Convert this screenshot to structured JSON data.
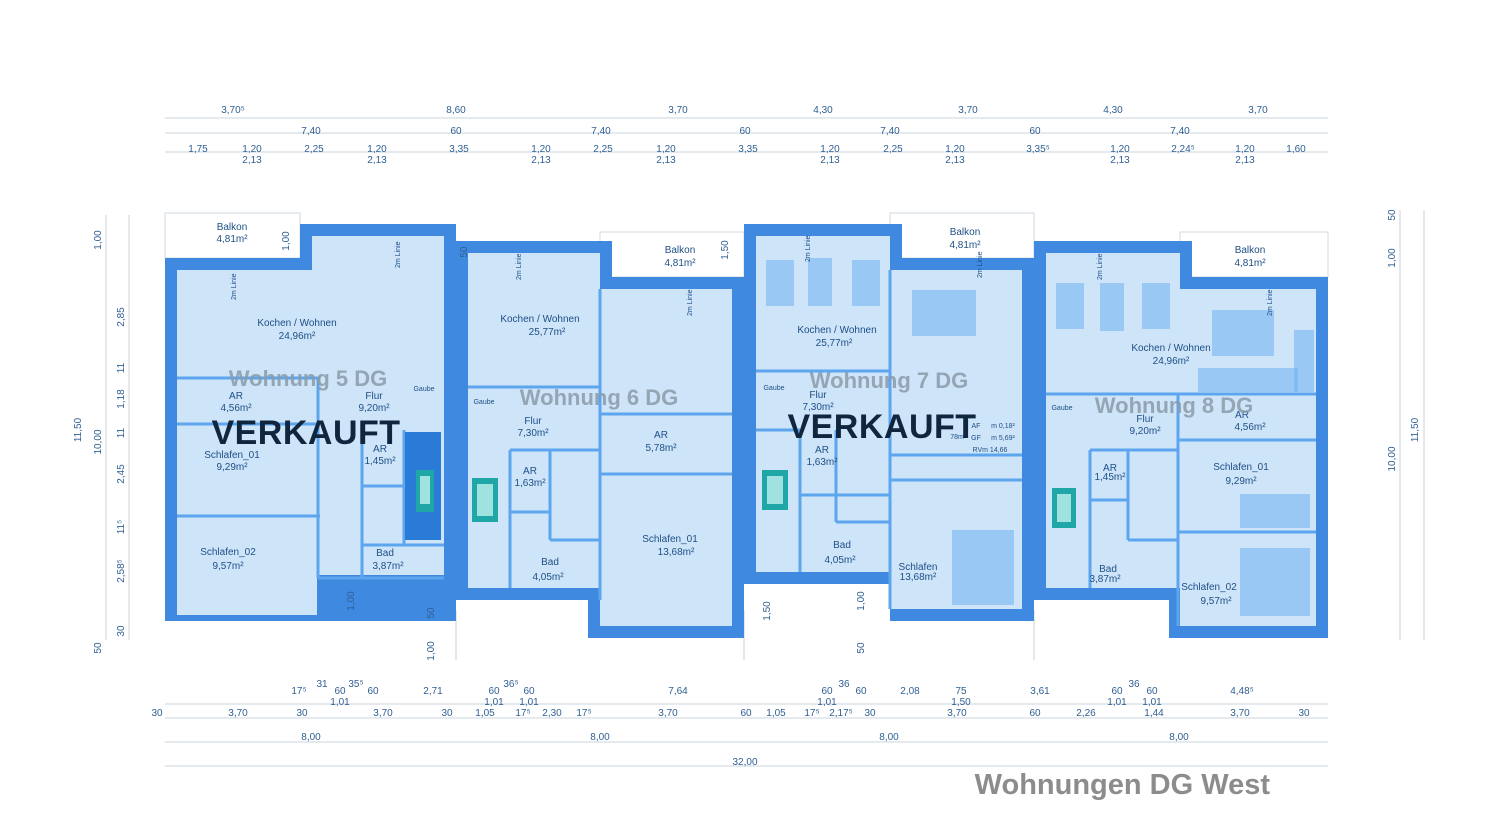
{
  "title": "Wohnungen DG West",
  "apartments": [
    {
      "name": "Wohnung 5 DG",
      "status": "VERKAUFT"
    },
    {
      "name": "Wohnung 6 DG",
      "status": ""
    },
    {
      "name": "Wohnung 7 DG",
      "status": "VERKAUFT"
    },
    {
      "name": "Wohnung 8 DG",
      "status": ""
    }
  ],
  "rooms": {
    "u5_balkon": "Balkon",
    "u5_balkon_a": "4,81m²",
    "u5_kochen": "Kochen / Wohnen",
    "u5_kochen_a": "24,96m²",
    "u5_ar": "AR",
    "u5_ar_a": "4,56m²",
    "u5_flur": "Flur",
    "u5_flur_a": "9,20m²",
    "u5_ar2": "AR",
    "u5_ar2_a": "1,45m²",
    "u5_schlafen1": "Schlafen_01",
    "u5_schlafen1_a": "9,29m²",
    "u5_schlafen2": "Schlafen_02",
    "u5_schlafen2_a": "9,57m²",
    "u5_bad": "Bad",
    "u5_bad_a": "3,87m²",
    "u5_gaube": "Gaube",
    "u6_balkon": "Balkon",
    "u6_balkon_a": "4,81m²",
    "u6_kochen": "Kochen / Wohnen",
    "u6_kochen_a": "25,77m²",
    "u6_flur": "Flur",
    "u6_flur_a": "7,30m²",
    "u6_gaube": "Gaube",
    "u6_ar": "AR",
    "u6_ar_a": "5,78m²",
    "u6_ar2": "AR",
    "u6_ar2_a": "1,63m²",
    "u6_bad": "Bad",
    "u6_bad_a": "4,05m²",
    "u6_schlafen": "Schlafen_01",
    "u6_schlafen_a": "13,68m²",
    "u7_balkon": "Balkon",
    "u7_balkon_a": "4,81m²",
    "u7_kochen": "Kochen / Wohnen",
    "u7_kochen_a": "25,77m²",
    "u7_gaube": "Gaube",
    "u7_flur": "Flur",
    "u7_flur_a": "7,30m²",
    "u7_ar": "AR",
    "u7_ar_a": "1,63m²",
    "u7_bad": "Bad",
    "u7_bad_a": "4,05m²",
    "u7_schlafen": "Schlafen",
    "u7_schlafen_a": "13,68m²",
    "u7_af": "AF",
    "u7_af_a": "m 0,18²",
    "u7_gf": "GF",
    "u7_gf_a": "m 5,69²",
    "u7_rvm": "RVm 14,66",
    "u7_78": "78m",
    "u8_balkon": "Balkon",
    "u8_balkon_a": "4,81m²",
    "u8_kochen": "Kochen / Wohnen",
    "u8_kochen_a": "24,96m²",
    "u8_gaube": "Gaube",
    "u8_flur": "Flur",
    "u8_flur_a": "9,20m²",
    "u8_ar": "AR",
    "u8_ar_a": "4,56m²",
    "u8_ar2": "AR",
    "u8_ar2_a": "1,45m²",
    "u8_schlafen1": "Schlafen_01",
    "u8_schlafen1_a": "9,29m²",
    "u8_schlafen2": "Schlafen_02",
    "u8_schlafen2_a": "9,57m²",
    "u8_bad": "Bad",
    "u8_bad_a": "3,87m²",
    "line2m": "2m Linie"
  },
  "dims": {
    "t1": [
      "3,70⁵",
      "8,60",
      "3,70",
      "4,30",
      "3,70",
      "4,30",
      "3,70"
    ],
    "t2": [
      "7,40",
      "60",
      "7,40",
      "60",
      "7,40",
      "60",
      "7,40"
    ],
    "t3a": [
      "1,75",
      "1,20",
      "2,25",
      "1,20",
      "3,35",
      "1,20",
      "2,25",
      "1,20",
      "3,35",
      "1,20",
      "2,25",
      "1,20",
      "3,35⁵",
      "1,20",
      "2,24⁵",
      "1,20",
      "1,60"
    ],
    "t3b": [
      "2,13",
      "2,13",
      "2,13",
      "2,13",
      "2,13",
      "2,13",
      "2,13",
      "2,13"
    ],
    "b1": [
      "17⁵",
      "31",
      "35⁵",
      "60",
      "60",
      "2,71",
      "60",
      "36⁵",
      "60",
      "7,64",
      "60",
      "36",
      "60",
      "2,08",
      "75",
      "3,61",
      "60",
      "36",
      "60",
      "4,48⁵"
    ],
    "b2": [
      "1,01",
      "1,01",
      "1,01",
      "1,01",
      "1,50",
      "1,01",
      "1,01"
    ],
    "b3": [
      "30",
      "3,70",
      "30",
      "3,70",
      "30",
      "1,05",
      "17⁵",
      "2,30",
      "17⁵",
      "3,70",
      "60",
      "1,05",
      "17⁵",
      "2,17⁵",
      "30",
      "3,70",
      "60",
      "2,26",
      "1,44",
      "3,70",
      "30"
    ],
    "b4": [
      "8,00",
      "8,00",
      "8,00",
      "8,00"
    ],
    "b5": "32,00",
    "left": [
      "1,00",
      "2,85",
      "11",
      "1,18",
      "11",
      "2,45",
      "11⁵",
      "2,58⁵",
      "30",
      "50",
      "11,50",
      "10,00"
    ],
    "right": [
      "50",
      "1,00",
      "10,00",
      "11,50"
    ],
    "inner": [
      "1,00",
      "50",
      "1,50",
      "1,00",
      "50",
      "1,00",
      "1,50",
      "1,00",
      "50"
    ]
  }
}
